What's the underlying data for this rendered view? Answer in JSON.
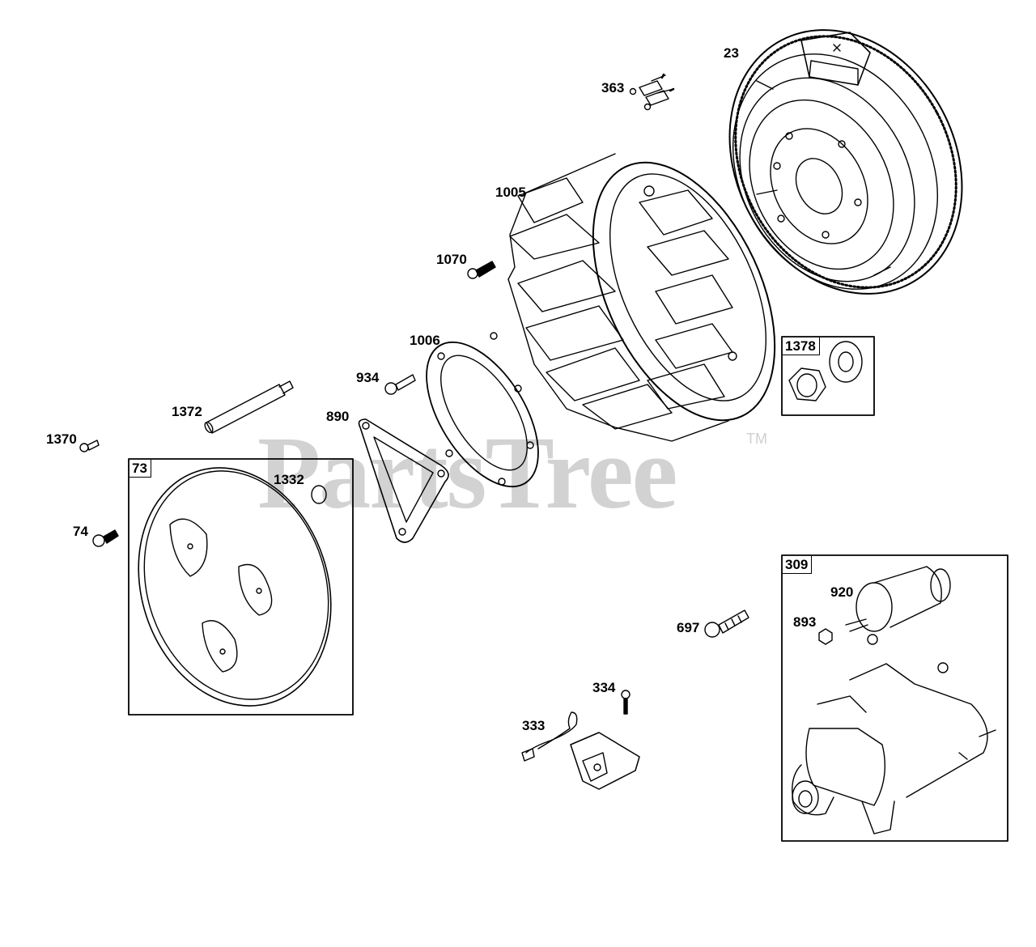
{
  "watermark": {
    "text": "PartsTree",
    "tm": "TM"
  },
  "callouts": {
    "p23": "23",
    "p363": "363",
    "p1005": "1005",
    "p1070": "1070",
    "p1006": "1006",
    "p934": "934",
    "p1372": "1372",
    "p890": "890",
    "p1370": "1370",
    "p1332": "1332",
    "p74": "74",
    "p697": "697",
    "p334": "334",
    "p333": "333"
  },
  "boxes": {
    "b73": {
      "label": "73"
    },
    "b1378": {
      "label": "1378"
    },
    "b309": {
      "label": "309",
      "sub": {
        "p920": "920",
        "p893": "893"
      }
    }
  },
  "colors": {
    "line": "#000000",
    "watermark": "#d2d2d2",
    "background": "#ffffff"
  }
}
